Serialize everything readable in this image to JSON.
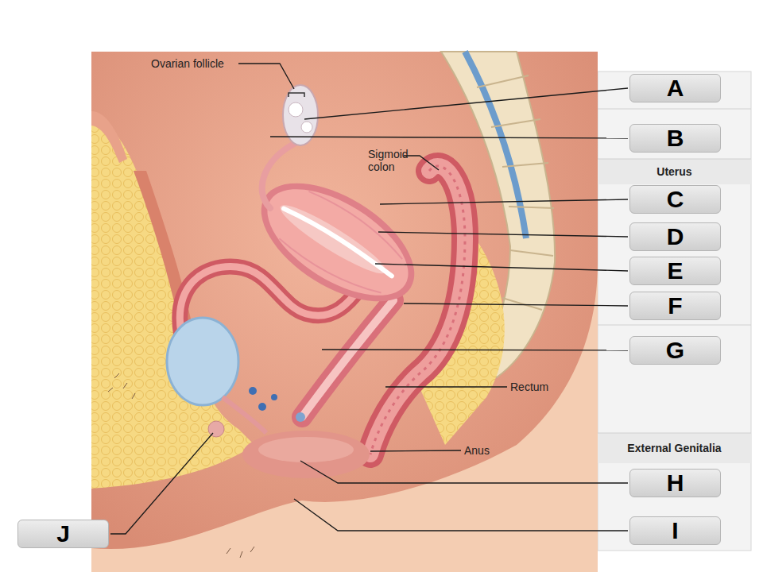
{
  "diagram": {
    "nodes": [
      {
        "text": [
          "A"
        ]
      },
      {
        "text": [
          "B"
        ]
      },
      {
        "text": [
          "C"
        ]
      },
      {
        "text": [
          "D"
        ]
      },
      {
        "text": [
          "E"
        ]
      },
      {
        "text": [
          "F"
        ]
      },
      {
        "text": [
          "G"
        ]
      },
      {
        "text": [
          "H"
        ]
      },
      {
        "text": [
          "I"
        ]
      },
      {
        "text": [
          "J"
        ]
      }
    ],
    "labels": [
      "Ovarian follicle",
      "Sigmoid colon",
      "Uterus",
      "Rectum",
      "Anus",
      "External Genitalia"
    ]
  }
}
